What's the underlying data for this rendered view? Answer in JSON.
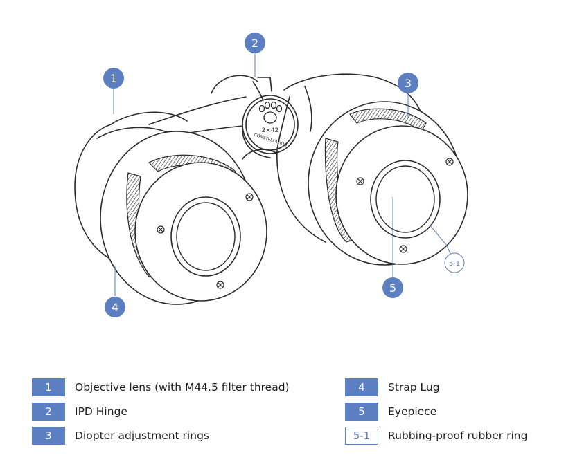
{
  "colors": {
    "accent": "#5b7fc0",
    "line": "#2a2a2a",
    "text": "#1e1e1e"
  },
  "product": {
    "logo_text_top": "2×42",
    "logo_text_bottom": "CONSTELLATION",
    "logo_icon": "paw-icon"
  },
  "callouts": [
    {
      "id": "1",
      "style": "filled"
    },
    {
      "id": "2",
      "style": "filled"
    },
    {
      "id": "3",
      "style": "filled"
    },
    {
      "id": "4",
      "style": "filled"
    },
    {
      "id": "5",
      "style": "filled"
    },
    {
      "id": "5-1",
      "style": "outline"
    }
  ],
  "legend": [
    {
      "badge": "1",
      "label": "Objective lens (with M44.5 filter thread)"
    },
    {
      "badge": "2",
      "label": "IPD Hinge"
    },
    {
      "badge": "3",
      "label": "Diopter adjustment rings"
    },
    {
      "badge": "4",
      "label": "Strap Lug"
    },
    {
      "badge": "5",
      "label": "Eyepiece"
    },
    {
      "badge": "5-1",
      "label": "Rubbing-proof rubber ring"
    }
  ]
}
